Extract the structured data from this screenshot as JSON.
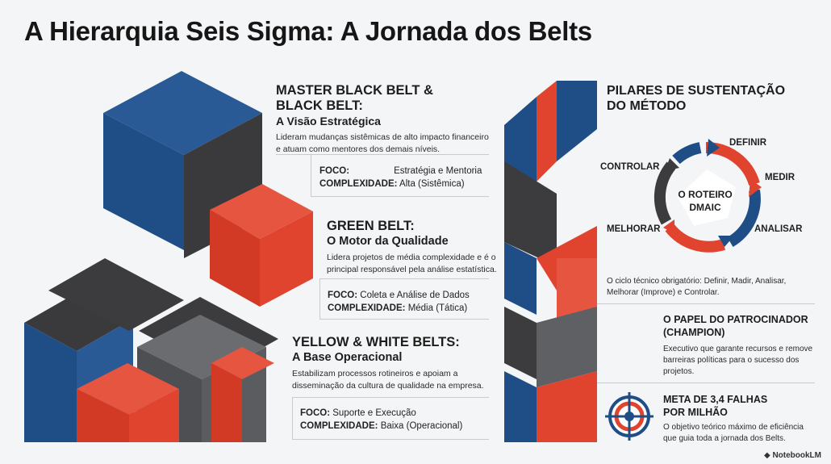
{
  "title": "A Hierarquia Seis Sigma: A Jornada dos Belts",
  "belts": [
    {
      "title_line1": "MASTER BLACK BELT &",
      "title_line2": "BLACK BELT:",
      "subtitle": "A Visão Estratégica",
      "desc_line1": "Lideram mudanças sistêmicas de alto impacto financeiro",
      "desc_line2": "e atuam como mentores dos demais níveis.",
      "foco_label": "FOCO:",
      "foco_value": "Estratégia e Mentoria",
      "comp_label": "COMPLEXIDADE:",
      "comp_value": "Alta (Sistêmica)"
    },
    {
      "title_line1": "GREEN BELT:",
      "subtitle": "O Motor da Qualidade",
      "desc_line1": "Lidera projetos de média complexidade e é o",
      "desc_line2": "principal responsável pela análise estatística.",
      "foco_label": "FOCO:",
      "foco_value": "Coleta e Análise de Dados",
      "comp_label": "COMPLEXIDADE:",
      "comp_value": "Média (Tática)"
    },
    {
      "title_line1": "YELLOW & WHITE BELTS:",
      "subtitle": "A Base Operacional",
      "desc_line1": "Estabilizam processos rotineiros e apoiam a",
      "desc_line2": "disseminação da cultura de qualidade na empresa.",
      "foco_label": "FOCO:",
      "foco_value": "Suporte e Execução",
      "comp_label": "COMPLEXIDADE:",
      "comp_value": "Baixa (Operacional)"
    }
  ],
  "pillars": {
    "title_line1": "PILARES DE SUSTENTAÇÃO",
    "title_line2": "DO MÉTODO",
    "dmaic": {
      "center_line1": "O ROTEIRO",
      "center_line2": "DMAIC",
      "steps": [
        "DEFINIR",
        "MEDIR",
        "ANALISAR",
        "MELHORAR",
        "CONTROLAR"
      ]
    },
    "dmaic_desc_line1": "O ciclo técnico obrigatório: Definir, Madir, Analisar,",
    "dmaic_desc_line2": "Melhorar (Improve) e Controlar.",
    "champion": {
      "title_line1": "O PAPEL DO PATROCINADOR",
      "title_line2": "(CHAMPION)",
      "desc_line1": "Executivo que garante recursos e remove",
      "desc_line2": "barreiras políticas para o sucesso dos",
      "desc_line3": "projetos."
    },
    "goal": {
      "title_line1": "META DE 3,4 FALHAS",
      "title_line2": "POR MILHÃO",
      "desc_line1": "O objetivo teórico máximo de eficiência",
      "desc_line2": "que guia toda a jornada dos Belts.",
      "icon": "target-icon"
    }
  },
  "watermark": "NotebookLM",
  "colors": {
    "blue": "#1f4e86",
    "red": "#e0442f",
    "dark": "#3c3c3e",
    "gray": "#5e6063"
  }
}
